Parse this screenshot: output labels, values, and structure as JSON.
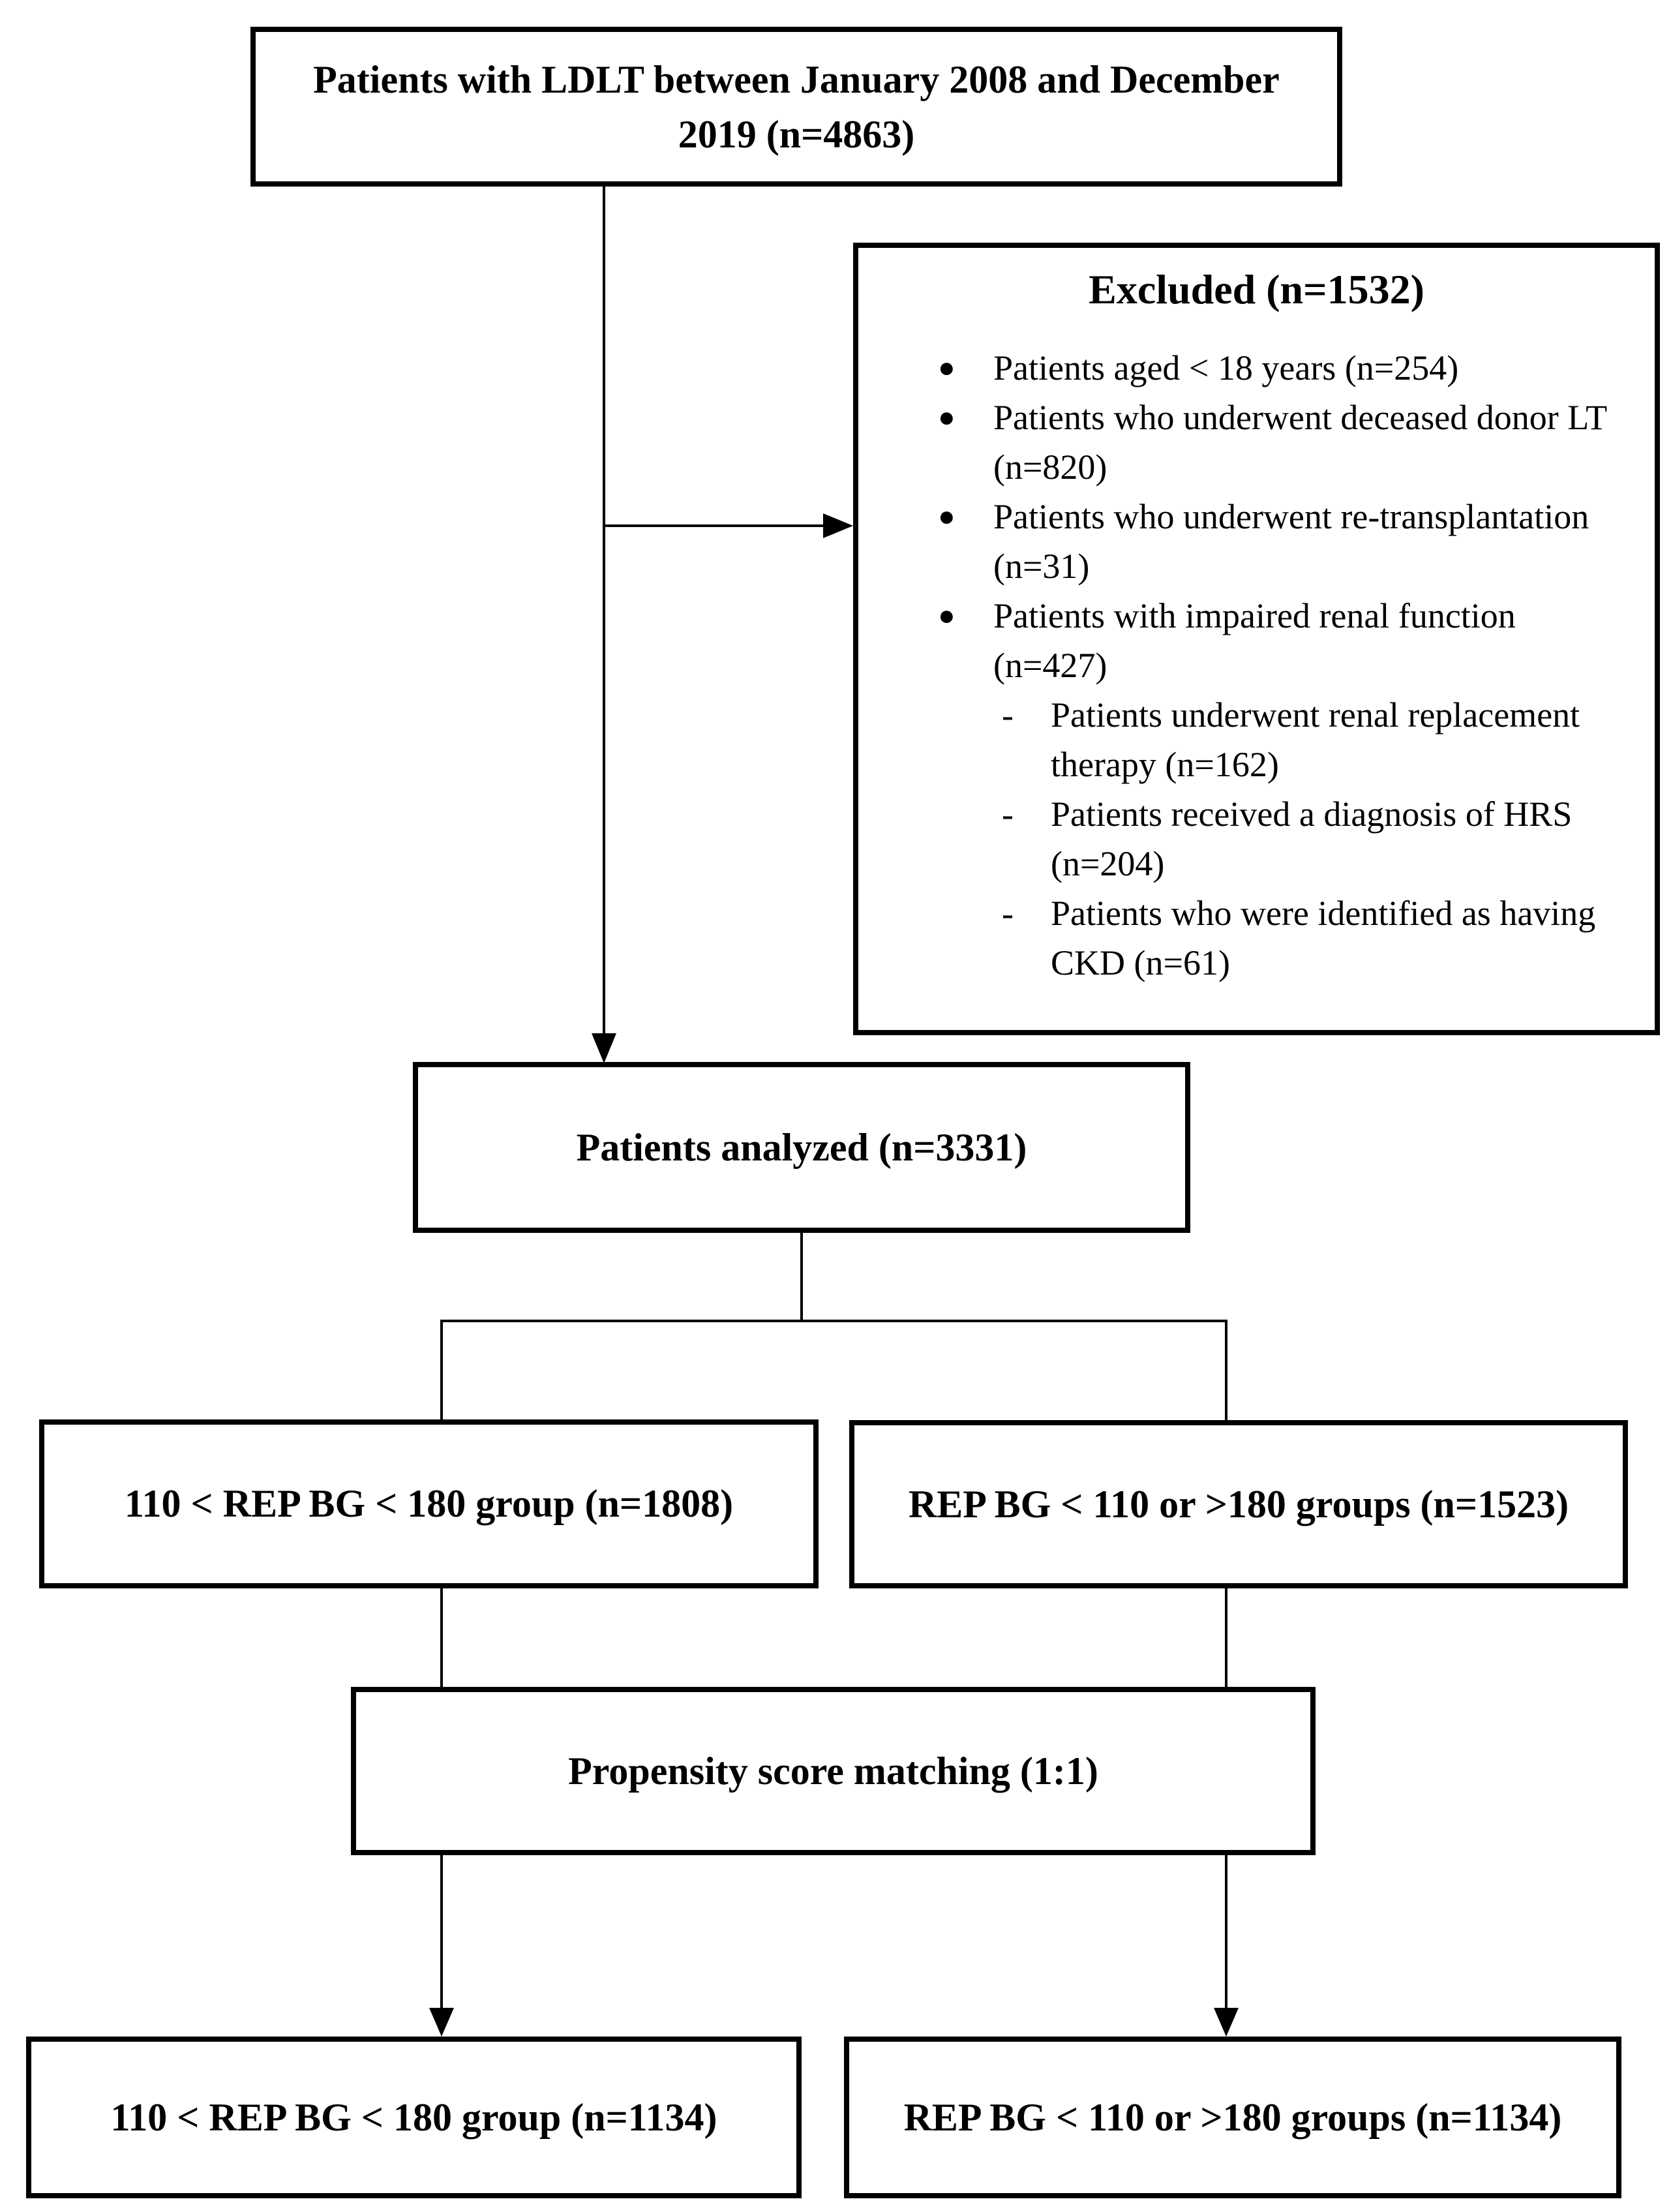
{
  "page": {
    "background_color": "#ffffff",
    "line_color": "#000000",
    "text_color": "#000000"
  },
  "nodes": {
    "enrollment": {
      "label": "Patients with LDLT between January 2008 and December 2019 (n=4863)"
    },
    "excluded": {
      "title": "Excluded (n=1532)",
      "bullet_glyph": "●",
      "dash_glyph": "-",
      "items": [
        {
          "text": "Patients aged < 18 years (n=254)"
        },
        {
          "text": "Patients who underwent deceased donor LT (n=820)"
        },
        {
          "text": "Patients who underwent re-transplantation (n=31)"
        },
        {
          "text": "Patients with impaired renal function (n=427)"
        }
      ],
      "subitems": [
        {
          "text": "Patients underwent renal replacement therapy (n=162)"
        },
        {
          "text": "Patients received a diagnosis of HRS (n=204)"
        },
        {
          "text": "Patients who were identified as having CKD (n=61)"
        }
      ]
    },
    "analyzed": {
      "label": "Patients analyzed (n=3331)"
    },
    "group_in_range": {
      "label": "110 < REP BG < 180 group (n=1808)"
    },
    "group_out_range": {
      "label": "REP BG < 110 or >180 groups (n=1523)"
    },
    "psm": {
      "label": "Propensity score matching (1:1)"
    },
    "matched_in_range": {
      "label": "110 < REP BG < 180 group (n=1134)"
    },
    "matched_out_range": {
      "label": "REP BG < 110 or >180 groups (n=1134)"
    }
  }
}
